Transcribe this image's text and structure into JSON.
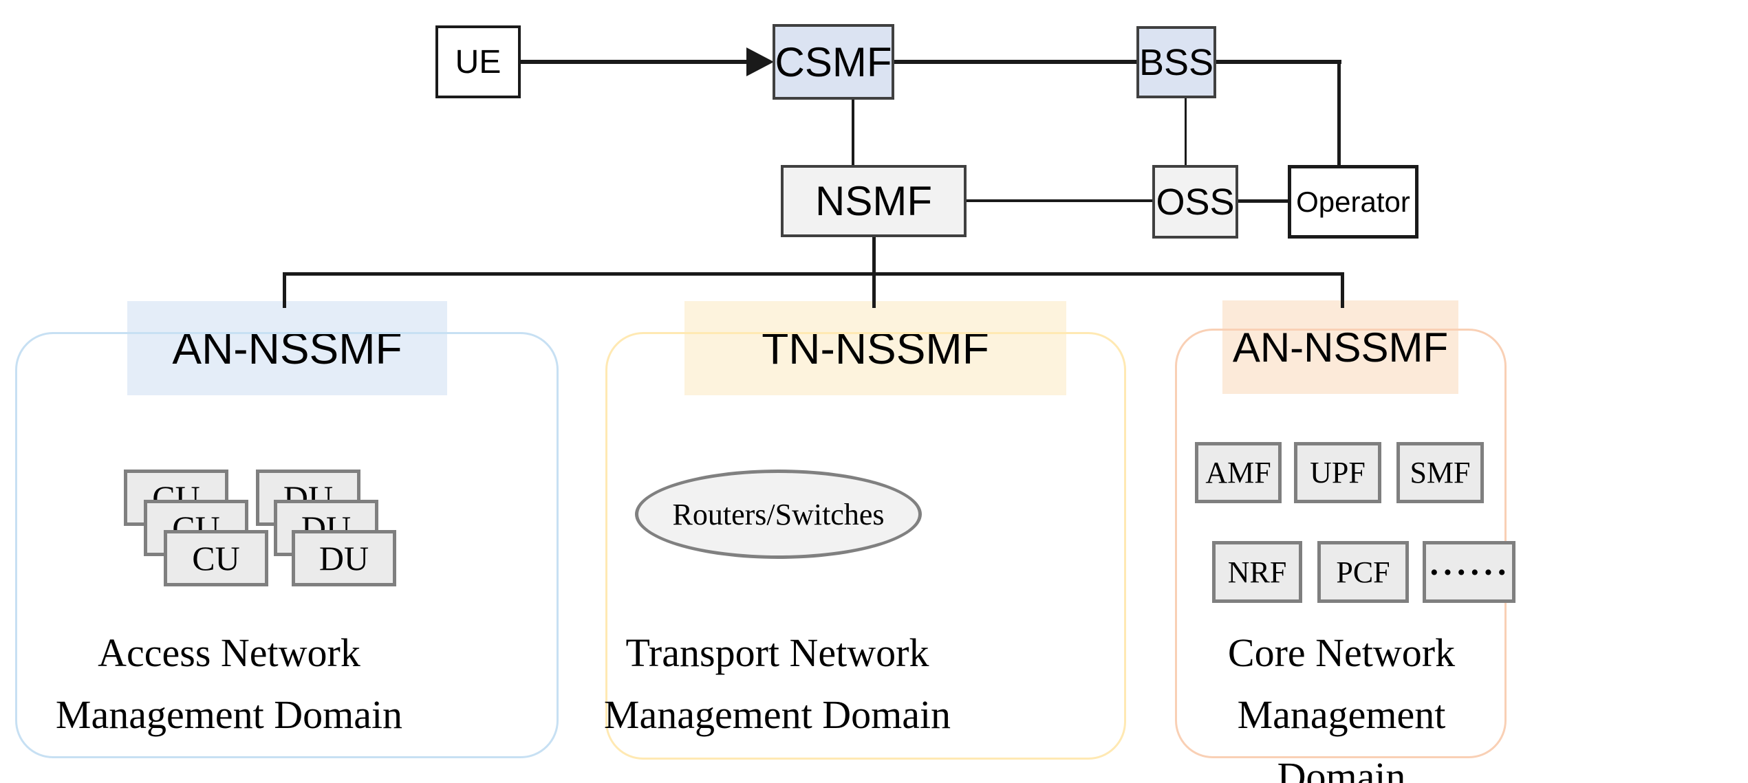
{
  "colors": {
    "management_box_fill": "#dbe3f2",
    "support_box_fill": "#f2f2f2",
    "plain_box_fill": "#ffffff",
    "unit_box_fill": "#ebebeb",
    "unit_box_border": "#7f7f7f",
    "access_header_fill": "#e4edf8",
    "access_container_border": "#c7e0f3",
    "transport_header_fill": "#fdf3dd",
    "transport_container_border": "#ffe9b3",
    "core_header_fill": "#fcead9",
    "core_container_border": "#f9d0b5",
    "line_color": "#1a1a1a"
  },
  "top_row": {
    "ue": "UE",
    "csmf": "CSMF",
    "bss": "BSS"
  },
  "mid_row": {
    "nsmf": "NSMF",
    "oss": "OSS",
    "operator": "Operator"
  },
  "domains": [
    {
      "header": "AN-NSSMF",
      "caption": [
        "Access Network",
        "Management Domain"
      ],
      "cu_label": "CU",
      "du_label": "DU"
    },
    {
      "header": "TN-NSSMF",
      "caption": [
        "Transport Network",
        "Management Domain"
      ],
      "ellipse_label": "Routers/Switches"
    },
    {
      "header": "AN-NSSMF",
      "caption": [
        "Core Network",
        "Management Domain"
      ],
      "nf_row1": [
        "AMF",
        "UPF",
        "SMF"
      ],
      "nf_row2": [
        "NRF",
        "PCF",
        "······"
      ]
    }
  ]
}
